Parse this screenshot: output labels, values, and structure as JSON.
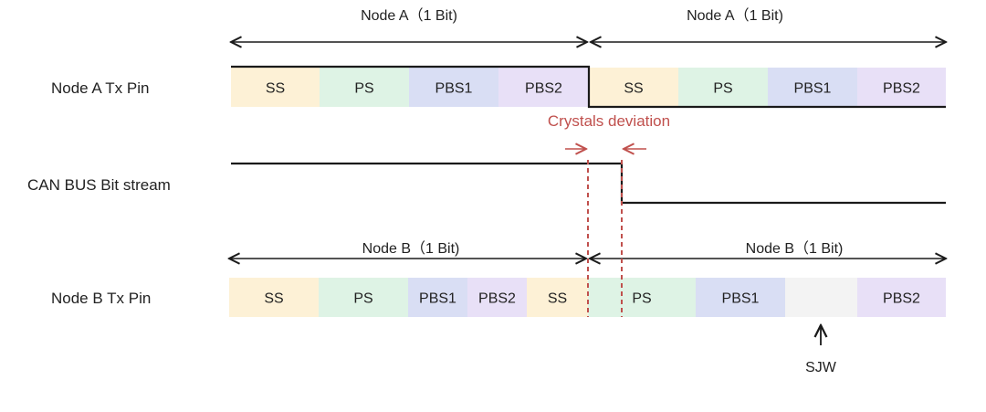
{
  "colors": {
    "SS": "#fdf1d6",
    "PS": "#def3e5",
    "PBS1": "#d9def4",
    "PBS2": "#e8e0f7",
    "SJW": "#f3f3f3",
    "line": "#1a1a1a",
    "red": "#c0504d"
  },
  "row_labels": {
    "node_a": "Node A Tx Pin",
    "bus": "CAN BUS Bit stream",
    "node_b": "Node B Tx Pin"
  },
  "node_a": {
    "bit_label_1": "Node A（1 Bit)",
    "bit_label_2": "Node A（1 Bit)",
    "segments": [
      {
        "label": "SS",
        "type": "SS"
      },
      {
        "label": "PS",
        "type": "PS"
      },
      {
        "label": "PBS1",
        "type": "PBS1"
      },
      {
        "label": "PBS2",
        "type": "PBS2"
      },
      {
        "label": "SS",
        "type": "SS"
      },
      {
        "label": "PS",
        "type": "PS"
      },
      {
        "label": "PBS1",
        "type": "PBS1"
      },
      {
        "label": "PBS2",
        "type": "PBS2"
      }
    ]
  },
  "deviation_label": "Crystals deviation",
  "node_b": {
    "bit_label_1": "Node B（1 Bit)",
    "bit_label_2": "Node B（1 Bit)",
    "segments": [
      {
        "label": "SS",
        "type": "SS"
      },
      {
        "label": "PS",
        "type": "PS"
      },
      {
        "label": "PBS1",
        "type": "PBS1"
      },
      {
        "label": "PBS2",
        "type": "PBS2"
      },
      {
        "label": "SS",
        "type": "SS"
      },
      {
        "label": "PS",
        "type": "PS"
      },
      {
        "label": "PBS1",
        "type": "PBS1"
      },
      {
        "label": "",
        "type": "SJW"
      },
      {
        "label": "PBS2",
        "type": "PBS2"
      }
    ]
  },
  "sjw_label": "SJW"
}
